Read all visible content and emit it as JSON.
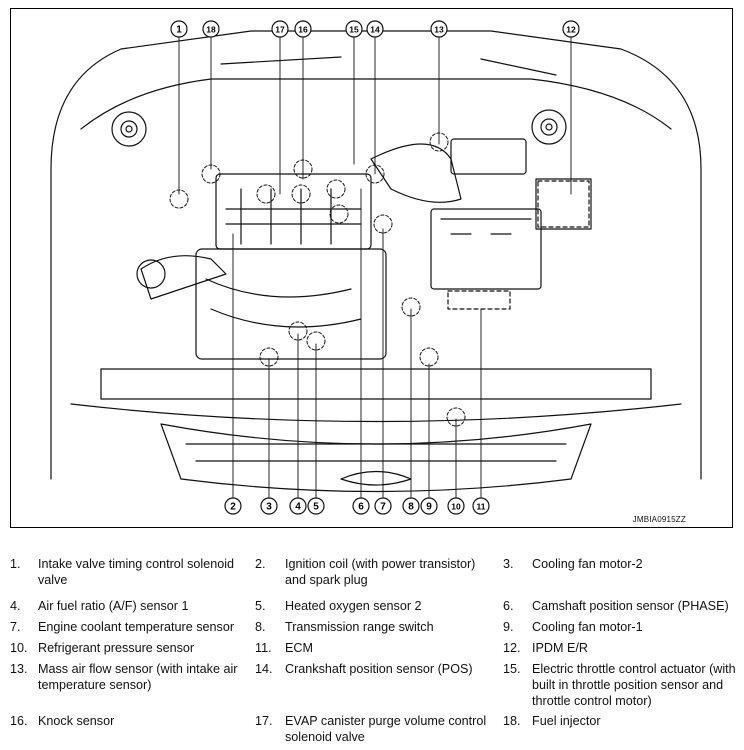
{
  "figure": {
    "id_label": "JMBIA0915ZZ",
    "callouts_top": [
      "1",
      "18",
      "17",
      "16",
      "15",
      "14",
      "13",
      "12"
    ],
    "callouts_bottom": [
      "2",
      "3",
      "4",
      "5",
      "6",
      "7",
      "8",
      "9",
      "10",
      "11"
    ]
  },
  "legend": [
    {
      "num": "1.",
      "text": "Intake valve timing control solenoid valve"
    },
    {
      "num": "2.",
      "text": "Ignition coil (with power transistor) and spark plug"
    },
    {
      "num": "3.",
      "text": "Cooling fan motor-2"
    },
    {
      "num": "4.",
      "text": "Air fuel ratio (A/F) sensor 1"
    },
    {
      "num": "5.",
      "text": "Heated oxygen sensor 2"
    },
    {
      "num": "6.",
      "text": "Camshaft position sensor (PHASE)"
    },
    {
      "num": "7.",
      "text": "Engine coolant temperature sensor"
    },
    {
      "num": "8.",
      "text": "Transmission range switch"
    },
    {
      "num": "9.",
      "text": "Cooling fan motor-1"
    },
    {
      "num": "10.",
      "text": "Refrigerant pressure sensor"
    },
    {
      "num": "11.",
      "text": "ECM"
    },
    {
      "num": "12.",
      "text": "IPDM E/R"
    },
    {
      "num": "13.",
      "text": "Mass air flow sensor (with intake air temperature sensor)"
    },
    {
      "num": "14.",
      "text": "Crankshaft position sensor (POS)"
    },
    {
      "num": "15.",
      "text": "Electric throttle control actuator (with built in throttle position sensor and throttle control motor)"
    },
    {
      "num": "16.",
      "text": "Knock sensor"
    },
    {
      "num": "17.",
      "text": "EVAP canister purge volume control solenoid valve"
    },
    {
      "num": "18.",
      "text": "Fuel injector"
    }
  ]
}
